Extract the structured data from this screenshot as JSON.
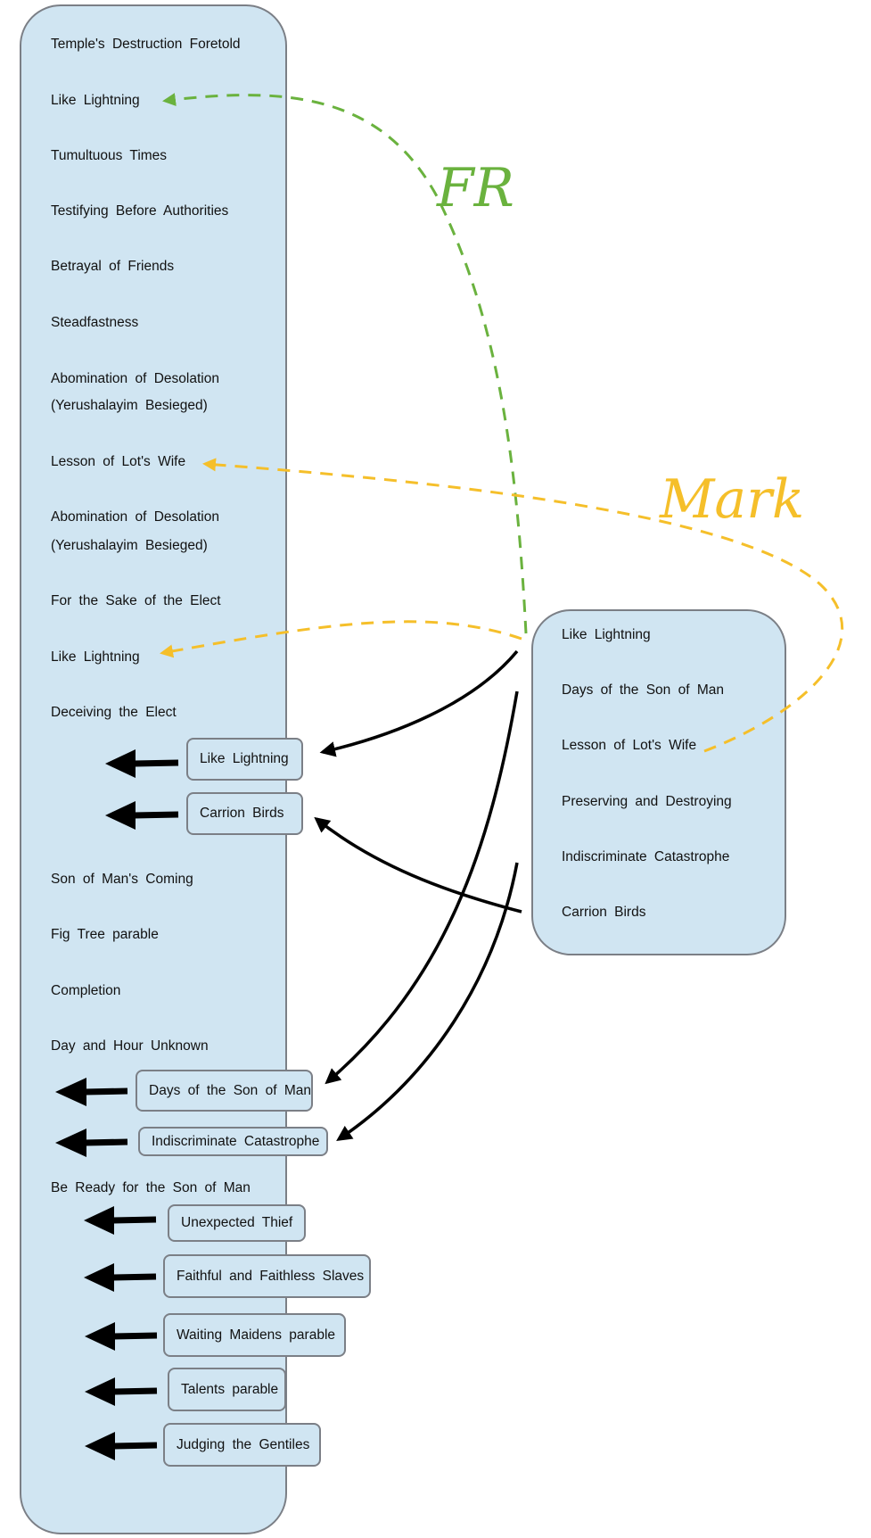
{
  "colors": {
    "panel_fill": "#d0e5f2",
    "panel_border": "#7b7f86",
    "fr_green": "#6ab23e",
    "mark_yellow": "#f5bf2a",
    "arrow_black": "#000000"
  },
  "labels": {
    "fr": "FR",
    "mark": "Mark"
  },
  "left_column": {
    "items": [
      "Temple's Destruction Foretold",
      "Like Lightning",
      "Tumultuous Times",
      "Testifying Before Authorities",
      "Betrayal of Friends",
      "Steadfastness",
      "Abomination of Desolation",
      "(Yerushalayim Besieged)",
      "Lesson of Lot's Wife",
      "Abomination of Desolation",
      "(Yerushalayim Besieged)",
      "For the Sake of the Elect",
      "Like Lightning",
      "Deceiving the Elect",
      "Son of Man's Coming",
      "Fig Tree parable",
      "Completion",
      "Day and Hour Unknown",
      "Be Ready for the Son of Man"
    ],
    "inserted_boxes": [
      "Like Lightning",
      "Carrion Birds",
      "Days of the Son of Man",
      "Indiscriminate Catastrophe",
      "Unexpected Thief",
      "Faithful and Faithless Slaves",
      "Waiting Maidens parable",
      "Talents parable",
      "Judging the Gentiles"
    ]
  },
  "right_column": {
    "items": [
      "Like Lightning",
      "Days of the Son of Man",
      "Lesson of Lot's Wife",
      "Preserving and Destroying",
      "Indiscriminate Catastrophe",
      "Carrion Birds"
    ]
  }
}
